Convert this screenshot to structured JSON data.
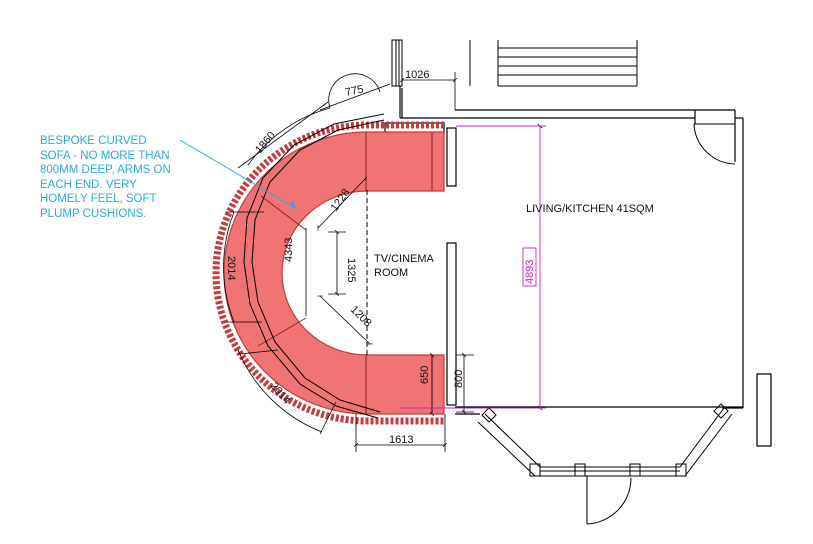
{
  "annotation": {
    "lines": [
      "BESPOKE CURVED",
      "SOFA -  NO MORE THAN",
      "800MM  DEEP, ARMS ON",
      "EACH END. VERY",
      "HOMELY FEEL, SOFT",
      "PLUMP CUSHIONS."
    ]
  },
  "rooms": {
    "tv_line1": "TV/CINEMA",
    "tv_line2": "ROOM",
    "living": "LIVING/KITCHEN 41SQM"
  },
  "dimensions": {
    "d1026": "1026",
    "d775": "775",
    "d1860": "1860",
    "d2014_left": "2014",
    "d4343": "4343",
    "d1228": "1228",
    "d1325": "1325",
    "d1208": "1208",
    "d2014_bottom": "2014",
    "d650": "650",
    "d800": "800",
    "d1613": "1613",
    "d4893": "4893"
  },
  "colors": {
    "sofa_fill": "#f07474",
    "sofa_edge": "#c43c3c",
    "note_text": "#29a9e1",
    "highlight_dim": "#d01bd0",
    "wall": "#000000"
  }
}
